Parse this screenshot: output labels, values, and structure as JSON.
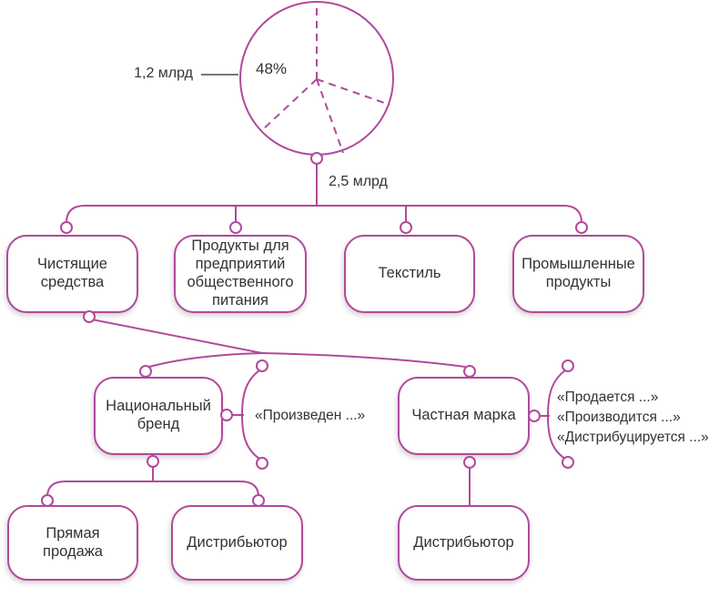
{
  "colors": {
    "accent": "#b1499b",
    "text": "#333333",
    "leader_line": "#4a4a4a"
  },
  "pie": {
    "percent_label": "48%",
    "segment_value_label": "1,2 млрд",
    "total_value_label": "2,5 млрд"
  },
  "level1": {
    "cleaning": "Чистящие средства",
    "food_service": "Продукты для предприятий общественного питания",
    "textile": "Текстиль",
    "industrial": "Промышленные продукты"
  },
  "level2": {
    "national_brand": "Национальный бренд",
    "private_label": "Частная марка"
  },
  "annotations": {
    "national_brand": [
      "«Произведен ...»"
    ],
    "private_label": [
      "«Продается ...»",
      "«Производится ...»",
      "«Дистрибуцируется ...»"
    ]
  },
  "level3": {
    "direct_sale": "Прямая продажа",
    "distributor_national": "Дистрибьютор",
    "distributor_private": "Дистрибьютор"
  }
}
